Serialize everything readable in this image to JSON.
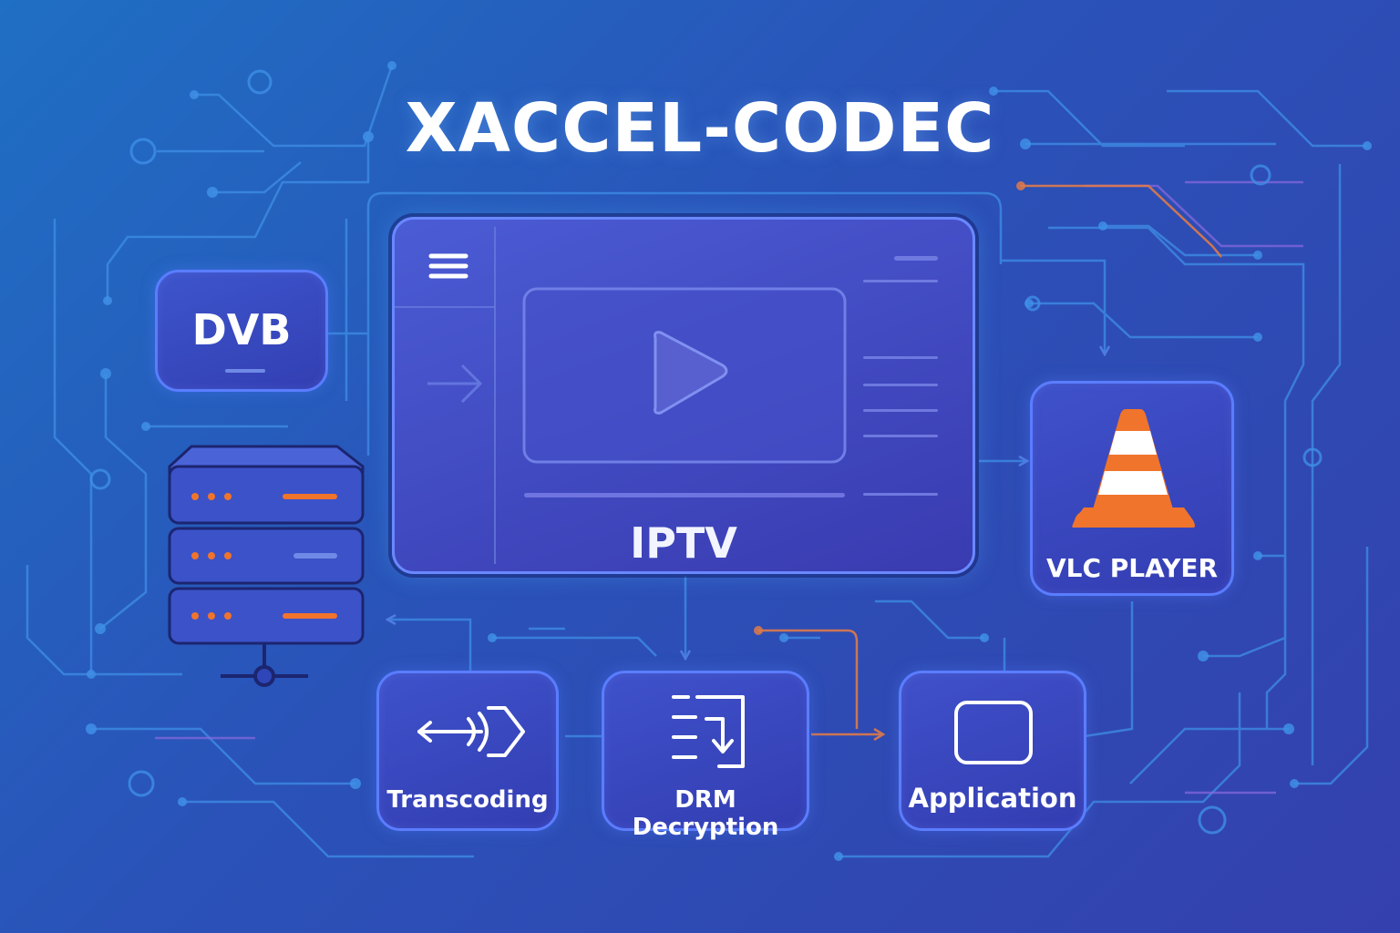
{
  "title": "XACCEL-CODEC",
  "nodes": {
    "dvb": "DVB",
    "iptv": "IPTV",
    "vlc": "VLC PLAYER",
    "transcoding": "Transcoding",
    "drm": "DRM Decryption",
    "application": "Application"
  },
  "icons": {
    "menu": "hamburger-menu-icon",
    "play": "play-icon",
    "cone": "traffic-cone-icon",
    "server": "server-stack-icon",
    "transcode": "transcode-arrows-icon",
    "drm": "decryption-document-icon",
    "app": "application-window-icon"
  },
  "colors": {
    "background_start": "#1f6fc4",
    "background_end": "#3440ad",
    "box_border": "#5a7dff",
    "circuit_line": "#3f8fe6",
    "accent_orange": "#e8743b",
    "cone_orange": "#f0742c",
    "text": "#ffffff"
  }
}
